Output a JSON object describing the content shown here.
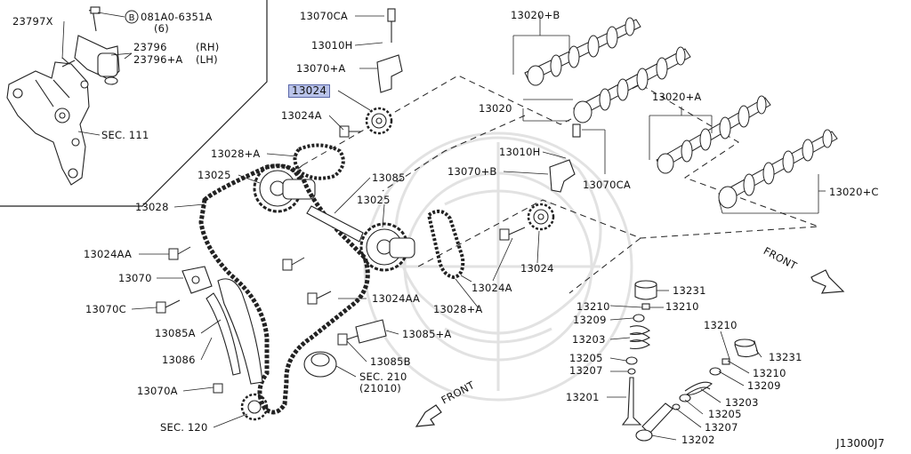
{
  "labels": {
    "l23797x": "23797X",
    "bolt_code": "081A0-6351A",
    "bolt_qty": "(6)",
    "l23796": "23796",
    "rh": "(RH)",
    "l23796a": "23796+A",
    "lh": "(LH)",
    "sec111": "SEC. 111",
    "l13070ca_top": "13070CA",
    "l13010h_top": "13010H",
    "l13070a_top": "13070+A",
    "l13024": "13024",
    "l13024a_top": "13024A",
    "l13028a_top": "13028+A",
    "l13025_left": "13025",
    "l13085": "13085",
    "l13025_mid": "13025",
    "l13028": "13028",
    "l13024aa_left": "13024AA",
    "l13070": "13070",
    "l13070c": "13070C",
    "l13085a": "13085A",
    "l13086": "13086",
    "l13070a_bottom": "13070A",
    "sec120": "SEC. 120",
    "l13024aa_mid": "13024AA",
    "l13085a_plus": "13085+A",
    "l13085b": "13085B",
    "sec210": "SEC. 210",
    "sec210_sub": "(21010)",
    "front_bottom": "FRONT",
    "l13020b": "13020+B",
    "l13020": "13020",
    "l13010h_mid": "13010H",
    "l13070b": "13070+B",
    "l13070ca_mid": "13070CA",
    "l13020a": "13020+A",
    "l13020c": "13020+C",
    "l13024a_mid": "13024A",
    "l13024_mid": "13024",
    "l13028a_mid": "13028+A",
    "front_right": "FRONT",
    "l13231_top": "13231",
    "l13210_a": "13210",
    "l13210_b": "13210",
    "l13209_a": "13209",
    "l13203_a": "13203",
    "l13205_a": "13205",
    "l13207_a": "13207",
    "l13201": "13201",
    "l13210_c": "13210",
    "l13231_b": "13231",
    "l13210_d": "13210",
    "l13209_b": "13209",
    "l13203_b": "13203",
    "l13205_b": "13205",
    "l13207_b": "13207",
    "l13202": "13202",
    "diagram_code": "J13000J7"
  },
  "colors": {
    "line": "#1a1a1a",
    "highlight_fill": "#b9c3ea",
    "highlight_border": "#5a67a8",
    "watermark": "#e2e2e2"
  }
}
